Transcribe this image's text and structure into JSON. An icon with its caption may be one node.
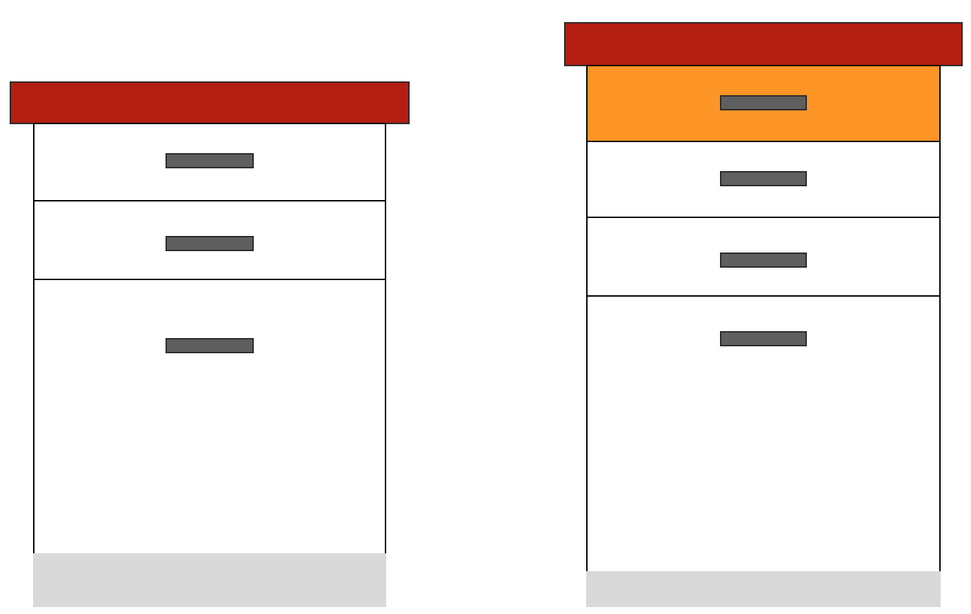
{
  "diagram": {
    "nodes": [
      {
        "text": [],
        "shape": "bar"
      },
      {
        "text": [],
        "shape": "box"
      },
      {
        "text": [],
        "shape": "box",
        "in": 1
      },
      {
        "text": [],
        "shape": "bar",
        "in": 2
      },
      {
        "text": [],
        "shape": "box",
        "in": 1
      },
      {
        "text": [],
        "shape": "bar",
        "in": 4
      },
      {
        "text": [],
        "shape": "box",
        "in": 1
      },
      {
        "text": [],
        "shape": "bar",
        "in": 6
      },
      {
        "text": [],
        "shape": "band"
      },
      {
        "text": [],
        "shape": "bar"
      },
      {
        "text": [],
        "shape": "box"
      },
      {
        "text": [],
        "shape": "box",
        "in": 10
      },
      {
        "text": [],
        "shape": "bar",
        "in": 11
      },
      {
        "text": [],
        "shape": "box",
        "in": 10
      },
      {
        "text": [],
        "shape": "bar",
        "in": 13
      },
      {
        "text": [],
        "shape": "box",
        "in": 10
      },
      {
        "text": [],
        "shape": "bar",
        "in": 15
      },
      {
        "text": [],
        "shape": "box",
        "in": 10
      },
      {
        "text": [],
        "shape": "bar",
        "in": 17
      },
      {
        "text": [],
        "shape": "band"
      }
    ]
  }
}
